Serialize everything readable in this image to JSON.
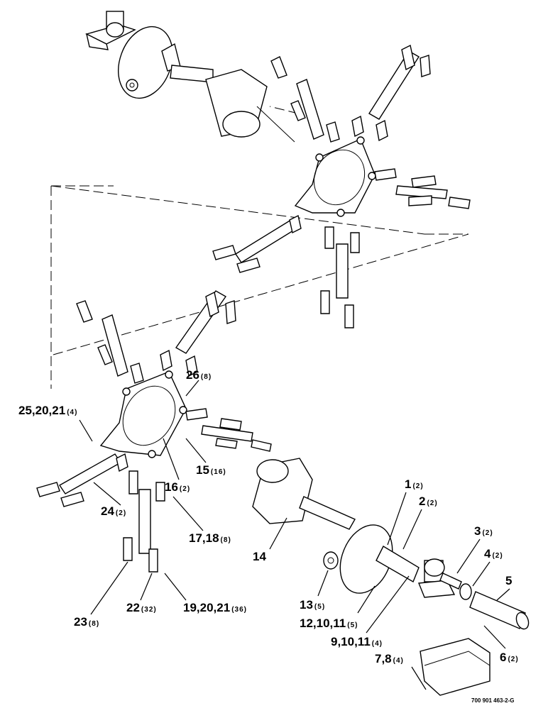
{
  "figure_code": "700 901 463-2-G",
  "callouts": [
    {
      "id": "c26",
      "number": "26",
      "qty": "(8)"
    },
    {
      "id": "c25",
      "number": "25,20,21",
      "qty": "(4)"
    },
    {
      "id": "c15",
      "number": "15",
      "qty": "(16)"
    },
    {
      "id": "c16",
      "number": "16",
      "qty": "(2)"
    },
    {
      "id": "c24",
      "number": "24",
      "qty": "(2)"
    },
    {
      "id": "c17",
      "number": "17,18",
      "qty": "(8)"
    },
    {
      "id": "c14",
      "number": "14",
      "qty": ""
    },
    {
      "id": "c1",
      "number": "1",
      "qty": "(2)"
    },
    {
      "id": "c2",
      "number": "2",
      "qty": "(2)"
    },
    {
      "id": "c3",
      "number": "3",
      "qty": "(2)"
    },
    {
      "id": "c4",
      "number": "4",
      "qty": "(2)"
    },
    {
      "id": "c5",
      "number": "5",
      "qty": ""
    },
    {
      "id": "c13",
      "number": "13",
      "qty": "(5)"
    },
    {
      "id": "c12",
      "number": "12,10,11",
      "qty": "(5)"
    },
    {
      "id": "c9",
      "number": "9,10,11",
      "qty": "(4)"
    },
    {
      "id": "c6",
      "number": "6",
      "qty": "(2)"
    },
    {
      "id": "c7",
      "number": "7,8",
      "qty": "(4)"
    },
    {
      "id": "c22",
      "number": "22",
      "qty": "(32)"
    },
    {
      "id": "c19",
      "number": "19,20,21",
      "qty": "(36)"
    },
    {
      "id": "c23",
      "number": "23",
      "qty": "(8)"
    }
  ]
}
